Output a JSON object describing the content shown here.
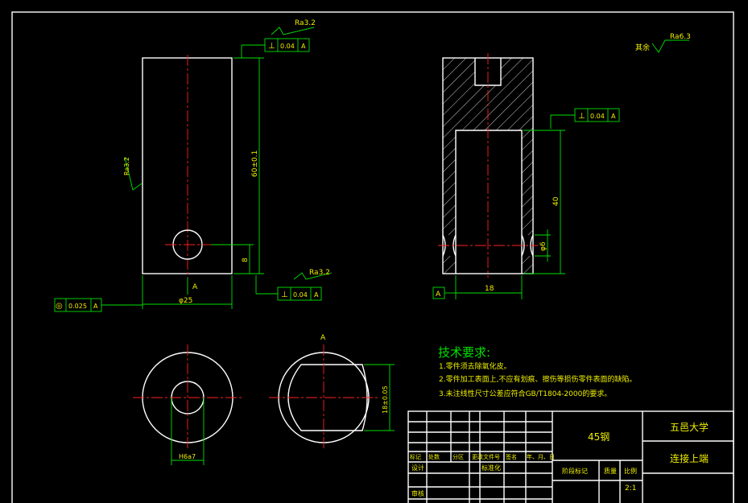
{
  "roughness": {
    "top_left": "Ra3.2",
    "side_left": "Ra3.2",
    "bottom_mid": "Ra3.2",
    "rest_label": "其余",
    "rest_value": "Ra6.3"
  },
  "tolerance_frames": {
    "top": {
      "symbol": "⊥",
      "value": "0.04",
      "datum": "A"
    },
    "bottom": {
      "symbol": "⊥",
      "value": "0.04",
      "datum": "A"
    },
    "left": {
      "symbol": "◎",
      "value": "0.025",
      "datum": "A"
    },
    "right": {
      "symbol": "⊥",
      "value": "0.04",
      "datum": "A"
    }
  },
  "dimensions": {
    "front_height": "60±0.1",
    "front_hole_offset": "8",
    "front_width": "φ25",
    "datum_a": "A",
    "section_depth": "40",
    "section_small": "φ6",
    "section_width": "18",
    "section_datum": "A",
    "circle_hole": "H6a7",
    "flat_width": "18±0.05",
    "flat_datum": "A"
  },
  "notes": {
    "heading": "技术要求:",
    "items": [
      "1.零件须去除氧化皮。",
      "2.零件加工表面上,不应有划痕、擦伤等损伤零件表面的缺陷。",
      "3.未注线性尺寸公差应符合GB/T1804-2000的要求。"
    ]
  },
  "title_block": {
    "material": "45钢",
    "school": "五邑大学",
    "part_name": "连接上端",
    "headers": [
      "标记",
      "处数",
      "分区",
      "更改文件号",
      "签名",
      "年、月、日"
    ],
    "design_label": "设计",
    "standard_label": "标准化",
    "stage_label": "阶段标记",
    "weight_label": "质量",
    "scale_label": "比例",
    "scale_value": "2:1",
    "review_label": "审核"
  }
}
